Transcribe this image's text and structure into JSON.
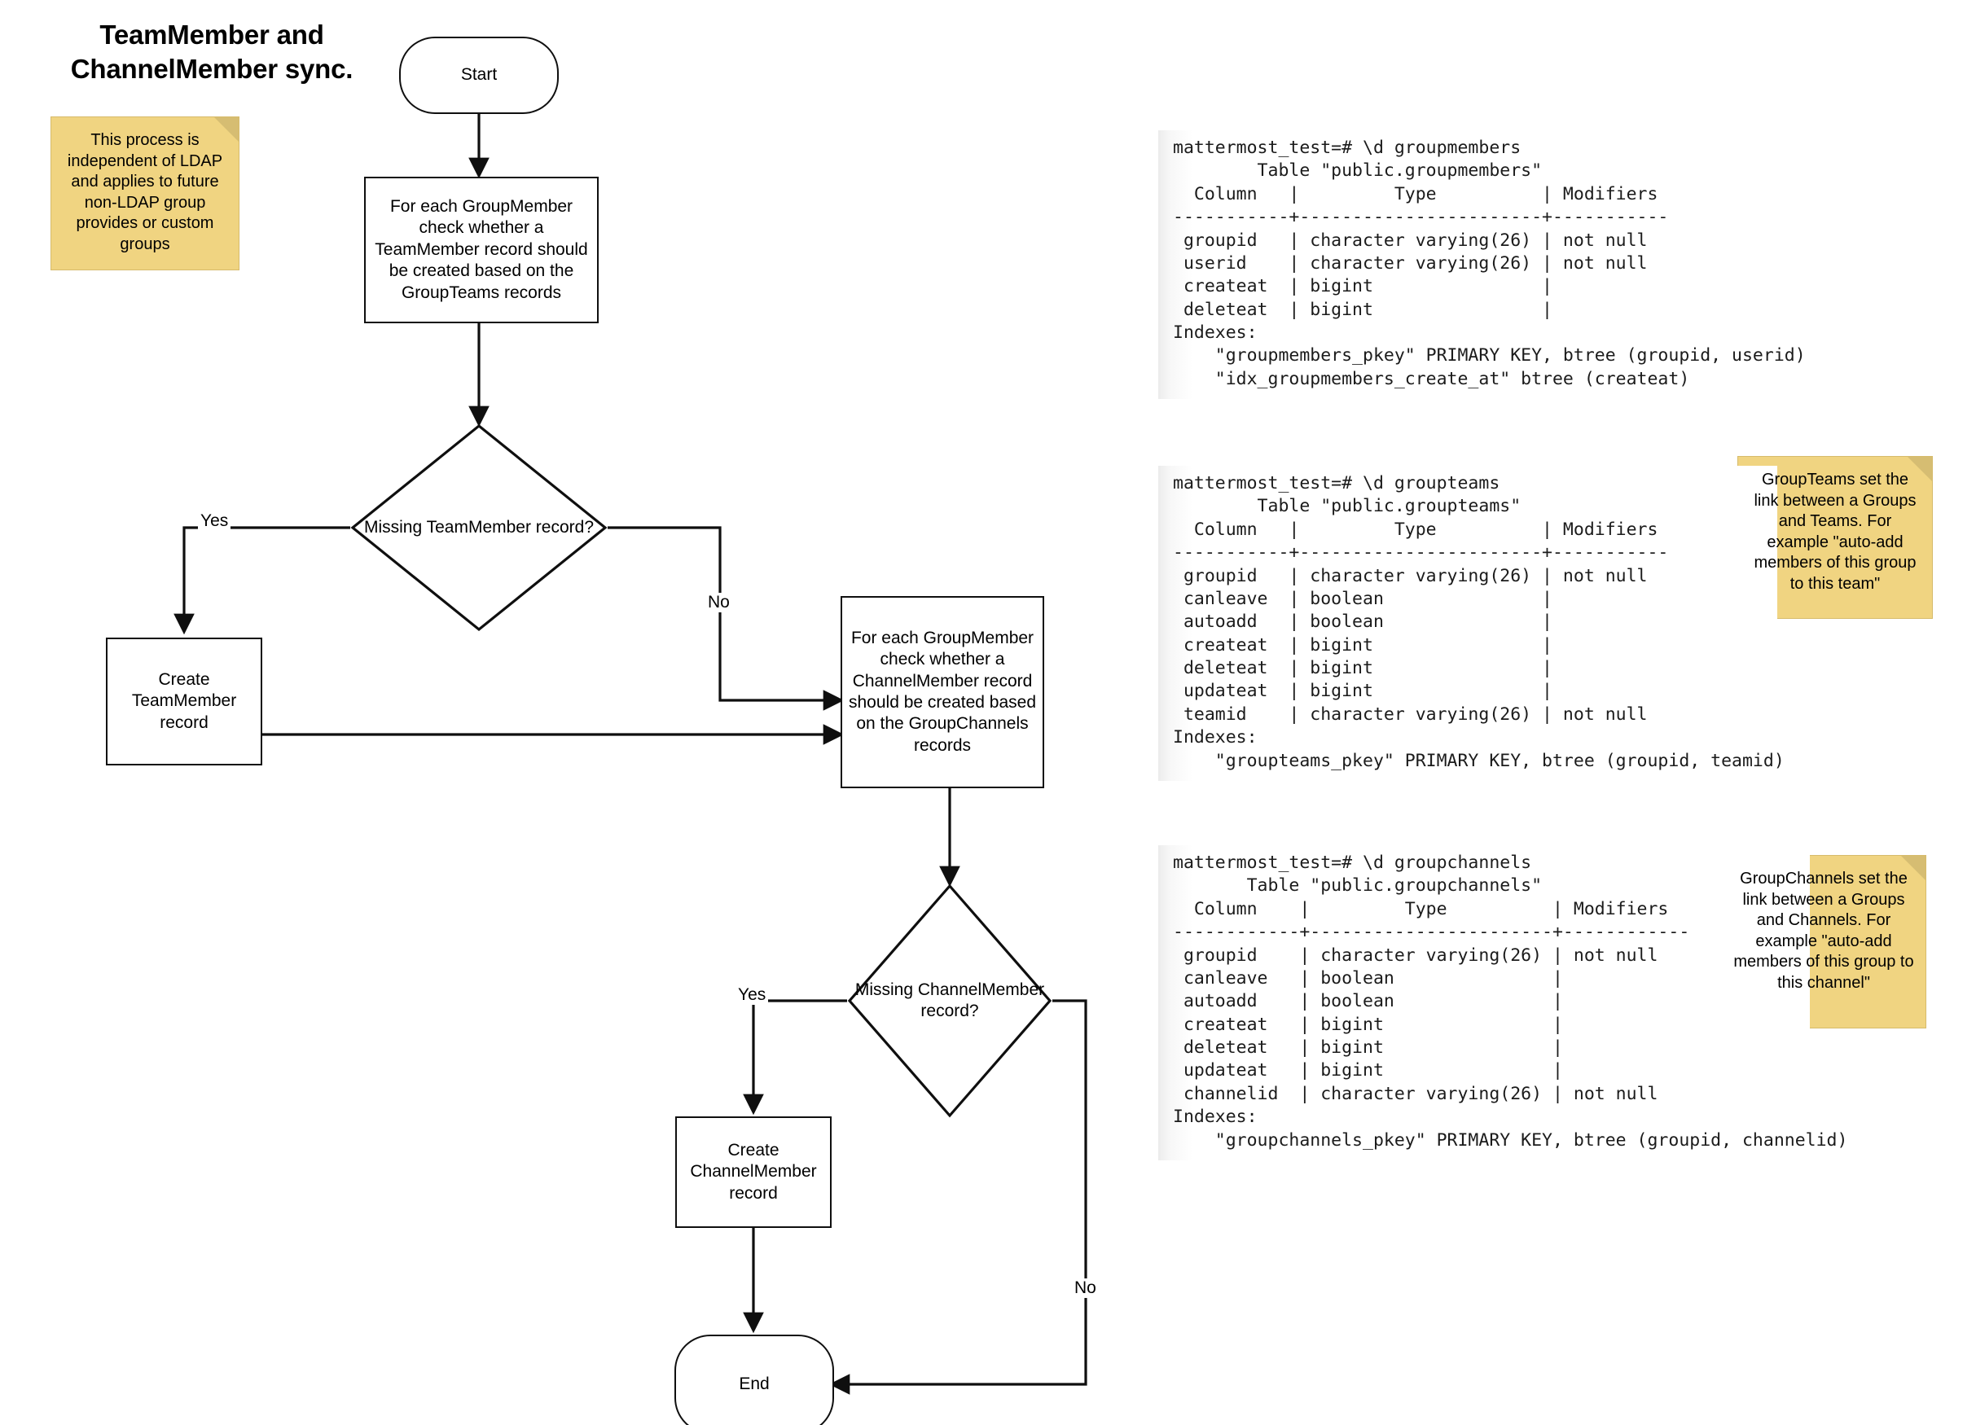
{
  "title": "TeamMember and ChannelMember sync.",
  "notes": [
    {
      "id": "ldap-note",
      "text": "This process is independent of LDAP and applies to future non-LDAP group provides or custom groups"
    },
    {
      "id": "groupteams-note",
      "text": "GroupTeams set the link between a Groups and Teams. For example \"auto-add members of this group to this team\""
    },
    {
      "id": "groupchannels-note",
      "text": "GroupChannels set the link between a Groups and Channels. For example \"auto-add members of this group to this channel\""
    }
  ],
  "flow": {
    "start": "Start",
    "end": "End",
    "process_teammember_check": "For each GroupMember check whether a TeamMember record should be created based on the GroupTeams records",
    "decision_missing_teammember": "Missing TeamMember record?",
    "create_teammember": "Create TeamMember record",
    "process_channelmember_check": "For each GroupMember check whether a ChannelMember record should be created based on the GroupChannels records",
    "decision_missing_channelmember": "Missing ChannelMember record?",
    "create_channelmember": "Create ChannelMember record",
    "labels": {
      "yes_teammember": "Yes",
      "no_teammember": "No",
      "yes_channelmember": "Yes",
      "no_channelmember": "No"
    }
  },
  "consoles": [
    {
      "id": "groupmembers",
      "text": "mattermost_test=# \\d groupmembers\n        Table \"public.groupmembers\"\n  Column   |         Type          | Modifiers\n-----------+-----------------------+-----------\n groupid   | character varying(26) | not null\n userid    | character varying(26) | not null\n createat  | bigint                |\n deleteat  | bigint                |\nIndexes:\n    \"groupmembers_pkey\" PRIMARY KEY, btree (groupid, userid)\n    \"idx_groupmembers_create_at\" btree (createat)"
    },
    {
      "id": "groupteams",
      "text": "mattermost_test=# \\d groupteams\n        Table \"public.groupteams\"\n  Column   |         Type          | Modifiers\n-----------+-----------------------+-----------\n groupid   | character varying(26) | not null\n canleave  | boolean               |\n autoadd   | boolean               |\n createat  | bigint                |\n deleteat  | bigint                |\n updateat  | bigint                |\n teamid    | character varying(26) | not null\nIndexes:\n    \"groupteams_pkey\" PRIMARY KEY, btree (groupid, teamid)"
    },
    {
      "id": "groupchannels",
      "text": "mattermost_test=# \\d groupchannels\n       Table \"public.groupchannels\"\n  Column    |         Type          | Modifiers\n------------+-----------------------+------------\n groupid    | character varying(26) | not null\n canleave   | boolean               |\n autoadd    | boolean               |\n createat   | bigint                |\n deleteat   | bigint                |\n updateat   | bigint                |\n channelid  | character varying(26) | not null\nIndexes:\n    \"groupchannels_pkey\" PRIMARY KEY, btree (groupid, channelid)"
    }
  ],
  "colors": {
    "sticky_fill": "#f0d481",
    "sticky_fold": "#d6bd72",
    "stroke": "#0f0f0f",
    "background": "#ffffff"
  }
}
